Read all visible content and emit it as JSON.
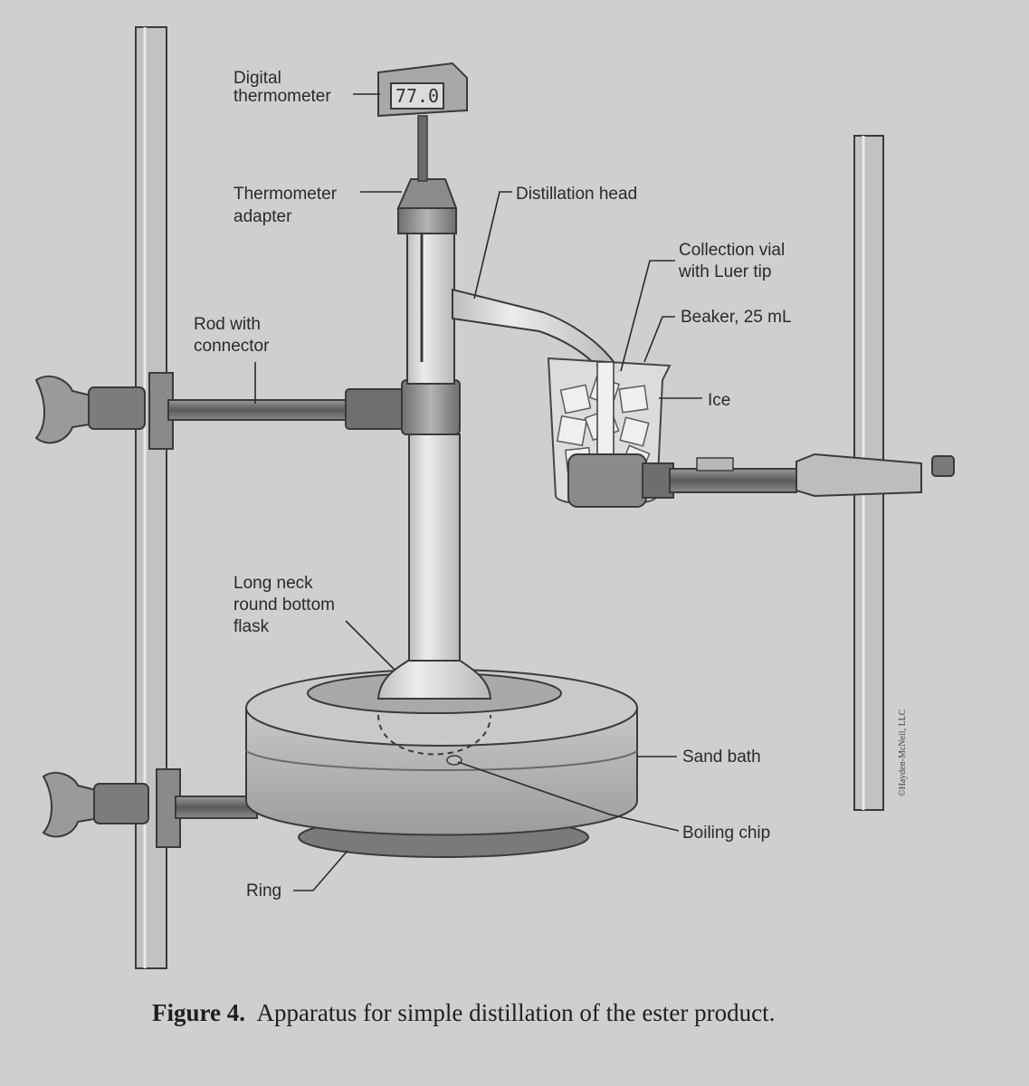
{
  "labels": {
    "digital_thermometer": [
      "Digital",
      "thermometer"
    ],
    "thermometer_adapter": [
      "Thermometer",
      "adapter"
    ],
    "distillation_head": "Distillation head",
    "collection_vial": [
      "Collection vial",
      "with Luer tip"
    ],
    "beaker": "Beaker, 25 mL",
    "rod_with_connector": [
      "Rod with",
      "connector"
    ],
    "ice": "Ice",
    "long_neck_flask": [
      "Long neck",
      "round bottom",
      "flask"
    ],
    "sand_bath": "Sand bath",
    "boiling_chip": "Boiling chip",
    "ring": "Ring"
  },
  "thermometer_reading": "77.0",
  "copyright": "©Hayden-McNeil, LLC",
  "caption": {
    "figure_number": "Figure 4.",
    "text": "Apparatus for simple distillation of the ester product."
  },
  "colors": {
    "page": "#cfcfcf",
    "glass": "#e4e4e4",
    "metal": "#8a8a8a",
    "dark": "#3a3a3a"
  }
}
